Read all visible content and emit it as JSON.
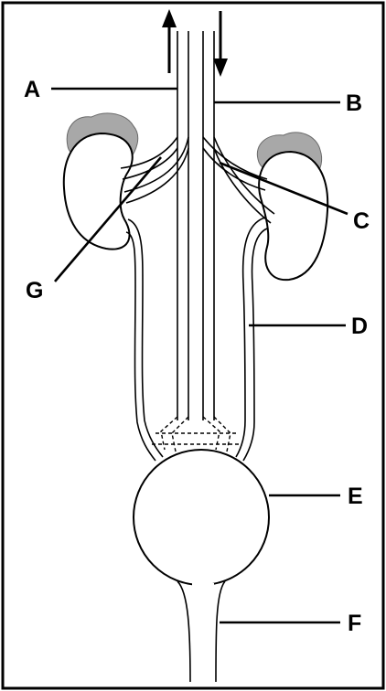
{
  "labels": {
    "A": "A",
    "B": "B",
    "C": "C",
    "D": "D",
    "E": "E",
    "F": "F",
    "G": "G"
  },
  "colors": {
    "outline": "#000000",
    "adrenal_gland": "#a8a8a8",
    "background": "#ffffff"
  }
}
